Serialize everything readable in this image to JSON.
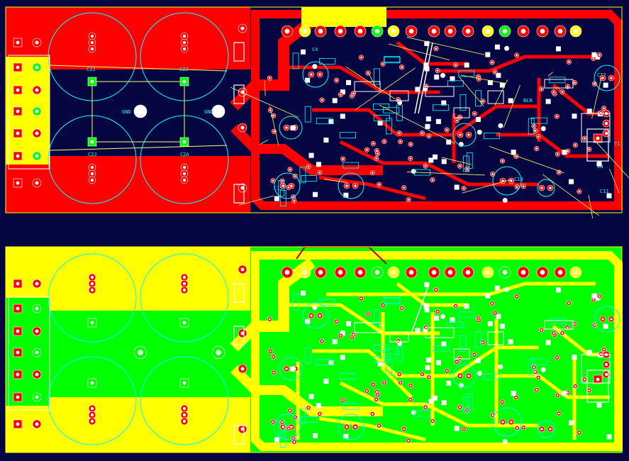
{
  "canvas_background": "#050542",
  "colors": {
    "top_copper": "#ff0000",
    "bottom_copper": "#ffff00",
    "ground_plane": "#00ff00",
    "silkscreen": "#00ffff",
    "ratsnest": "#ffff66",
    "pad_ring": "#ff0000",
    "hole": "#ffffff",
    "board_edge": "#ffff00"
  },
  "top_layer": {
    "labels": {
      "cap_top_left": "C2J",
      "cap_top_right": "C2J",
      "cap_bottom_left": "C2J",
      "cap_bottom_right": "C2A",
      "gnd_left": "GND",
      "gnd_right": "GND",
      "c4": "C4",
      "c15": "C15",
      "c13": "C13",
      "c12": "C12",
      "c11": "C11",
      "t1": "T1",
      "in": "IN",
      "mid_block": "BLN"
    }
  },
  "bottom_layer": {
    "labels": {}
  }
}
